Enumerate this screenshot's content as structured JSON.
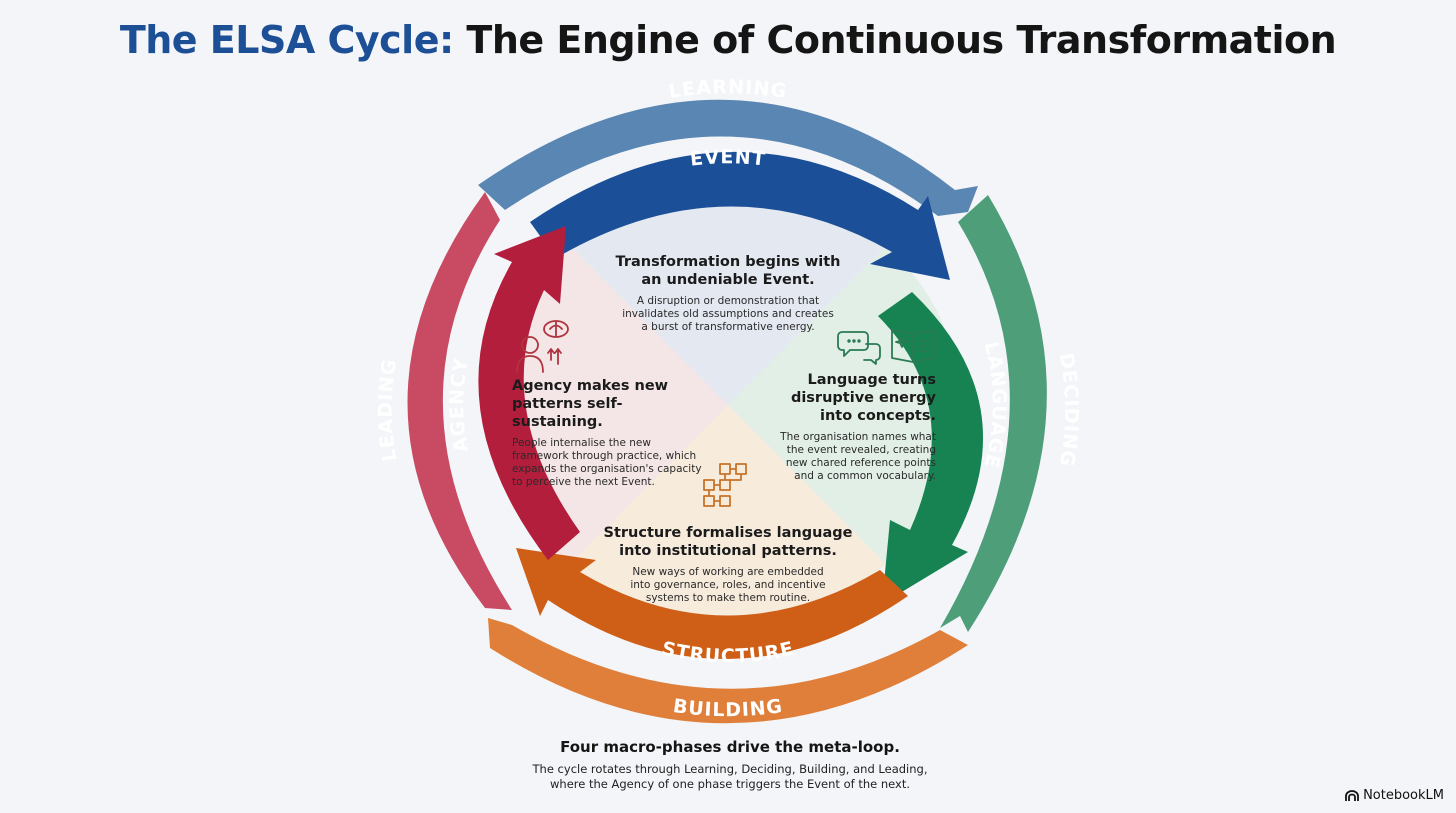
{
  "title": {
    "accent": "The ELSA Cycle:",
    "rest": "The Engine of Continuous Transformation"
  },
  "outer_ring": {
    "learning": "LEARNING",
    "deciding": "DECIDING",
    "building": "BUILDING",
    "leading": "LEADING"
  },
  "inner_ring": {
    "event": "EVENT",
    "language": "LANGUAGE",
    "structure": "STRUCTURE",
    "agency": "AGENCY"
  },
  "quadrants": {
    "event": {
      "heading_line1": "Transformation begins with",
      "heading_line2": "an undeniable Event.",
      "body_line1": "A disruption or demonstration that",
      "body_line2": "invalidates old assumptions and creates",
      "body_line3": "a burst of transformative energy."
    },
    "language": {
      "heading_line1": "Language turns",
      "heading_line2": "disruptive energy",
      "heading_line3": "into concepts.",
      "body_line1": "The organisation names what",
      "body_line2": "the event revealed, creating",
      "body_line3": "new chared reference points",
      "body_line4": "and a common vocabulary."
    },
    "structure": {
      "heading_line1": "Structure formalises language",
      "heading_line2": "into institutional patterns.",
      "body_line1": "New ways of working are embedded",
      "body_line2": "into governance, roles, and incentive",
      "body_line3": "systems to make them routine."
    },
    "agency": {
      "heading_line1": "Agency makes new",
      "heading_line2": "patterns self-sustaining.",
      "body_line1": "People internalise the new",
      "body_line2": "framework through practice, which",
      "body_line3": "expands the organisation's capacity",
      "body_line4": "to perceive the next Event."
    }
  },
  "footer": {
    "heading": "Four macro-phases drive the meta-loop.",
    "body_line1": "The cycle rotates through Learning, Deciding, Building, and Leading,",
    "body_line2": "where the Agency of one phase triggers the Event of the next."
  },
  "brand": "NotebookLM",
  "colors": {
    "title_accent": "#1c4f95",
    "learning": "#5a86b3",
    "deciding": "#4e9e7a",
    "building": "#e07f3a",
    "leading": "#c84a63",
    "event": "#1b4f97",
    "language": "#178352",
    "structure": "#cf5f16",
    "agency": "#b31e3d"
  },
  "icons": {
    "event": "",
    "language": "speech-bubbles-and-book-icon",
    "structure": "connected-blocks-icon",
    "agency": "person-with-brain-growth-icon"
  }
}
